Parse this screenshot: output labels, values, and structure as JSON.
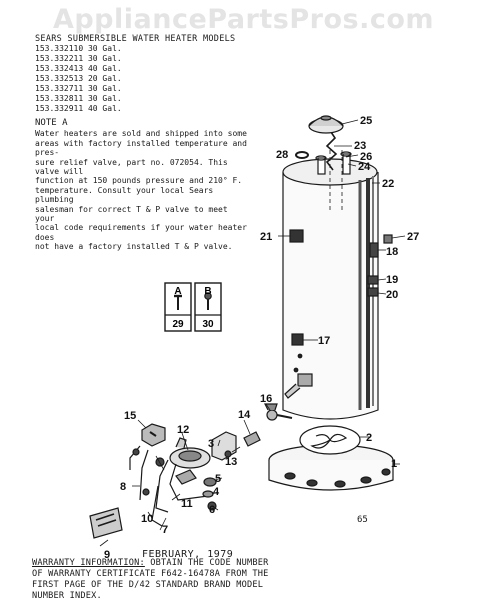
{
  "watermark": "AppliancePartsPros.com",
  "series": {
    "header": "SEARS SUBMERSIBLE WATER HEATER MODELS",
    "models": [
      "153.332110 30 Gal.",
      "153.332211 30 Gal.",
      "153.332413 40 Gal.",
      "153.332513 20 Gal.",
      "153.332711 30 Gal.",
      "153.332811 30 Gal.",
      "153.332911 40 Gal."
    ]
  },
  "note": {
    "title": "NOTE A",
    "lines": [
      "Water heaters are sold and shipped into some",
      "areas with factory installed temperature and pres-",
      "sure relief valve, part no. 072054. This valve will",
      "function at 150 pounds pressure and 210° F.",
      "temperature. Consult your local Sears plumbing",
      "salesman for correct T & P valve to meet your",
      "local code requirements if your water heater does",
      "not have a factory installed T & P valve."
    ]
  },
  "boxes": [
    {
      "letter": "A",
      "number": "29"
    },
    {
      "letter": "B",
      "number": "30"
    }
  ],
  "callouts": [
    "1",
    "2",
    "3",
    "4",
    "5",
    "6",
    "7",
    "8",
    "9",
    "10",
    "11",
    "12",
    "13",
    "14",
    "15",
    "16",
    "17",
    "18",
    "19",
    "20",
    "21",
    "22",
    "23",
    "24",
    "25",
    "26",
    "27",
    "28"
  ],
  "page_code": "65",
  "caption": "FEBRUARY, 1979",
  "warranty": {
    "label": "WARRANTY INFORMATION:",
    "line1": " OBTAIN THE CODE NUMBER",
    "line2": "OF WARRANTY CERTIFICATE F642-16478A FROM THE",
    "line3": "FIRST PAGE OF THE D/42 STANDARD BRAND MODEL",
    "line4": "NUMBER INDEX."
  }
}
